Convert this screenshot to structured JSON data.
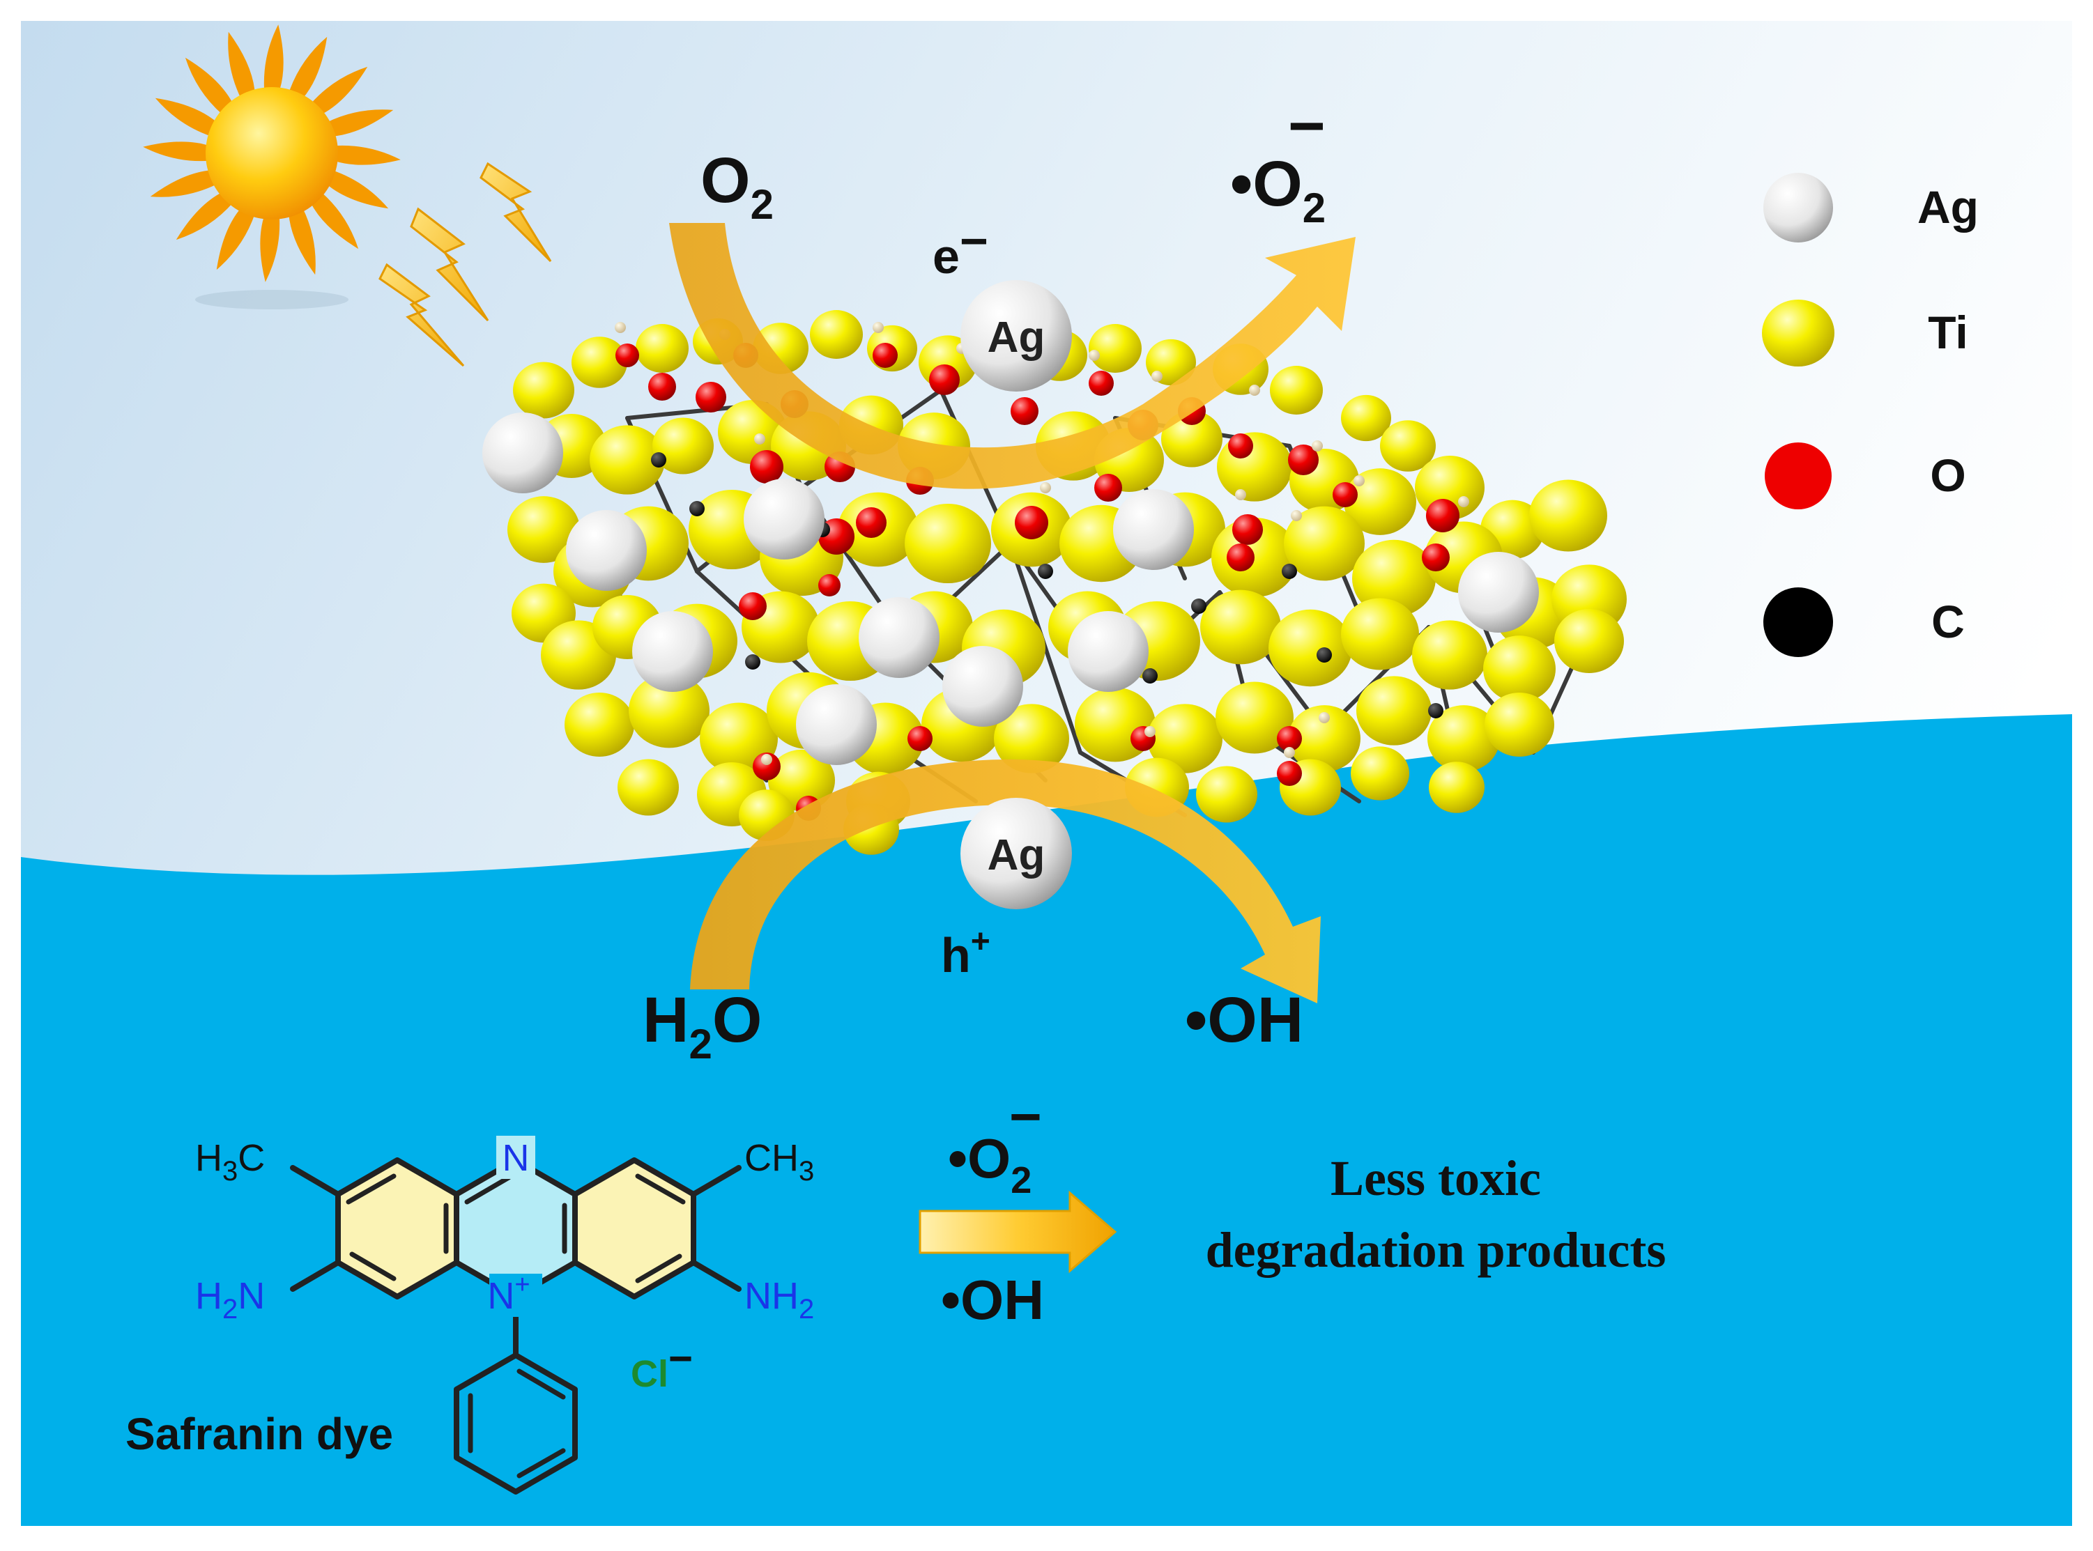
{
  "labels": {
    "o2_top": "O",
    "o2_top_sub": "2",
    "superoxide_top": "•O",
    "superoxide_top_sub": "2",
    "superoxide_top_sup": "−",
    "electron": "e",
    "electron_sup": "−",
    "ag": "Ag",
    "hole": "h",
    "hole_sup": "+",
    "water_h": "H",
    "water_sub": "2",
    "water_o": "O",
    "hydroxyl": "•OH"
  },
  "legend": [
    {
      "symbol": "Ag",
      "color": "#e0e0e0"
    },
    {
      "symbol": "Ti",
      "color": "#f2ee00"
    },
    {
      "symbol": "O",
      "color": "#ee0000"
    },
    {
      "symbol": "C",
      "color": "#000000"
    }
  ],
  "reaction": {
    "reagent1": "•O",
    "reagent1_sub": "2",
    "reagent1_sup": "−",
    "reagent2": "•OH",
    "product_line1": "Less toxic",
    "product_line2": "degradation products"
  },
  "molecule": {
    "n_top": "N",
    "n_plus": "N",
    "n_plus_sup": "+",
    "h3c": "H",
    "h3c_sub": "3",
    "h3c_c": "C",
    "ch3": "CH",
    "ch3_sub": "3",
    "h2n": "H",
    "h2n_sub": "2",
    "h2n_n": "N",
    "nh2": "NH",
    "nh2_sub": "2",
    "cl": "Cl",
    "cl_sup": "−",
    "name": "Safranin dye"
  },
  "colors": {
    "sky_top": "#c7dff0",
    "water": "#00b0ea",
    "arrow": "#f2b21e",
    "ti": "#f2ee00",
    "oxygen": "#ee0000",
    "silver": "#e0e0e0",
    "amine_blue": "#1a35e8",
    "chloride_green": "#1d8a2e"
  }
}
